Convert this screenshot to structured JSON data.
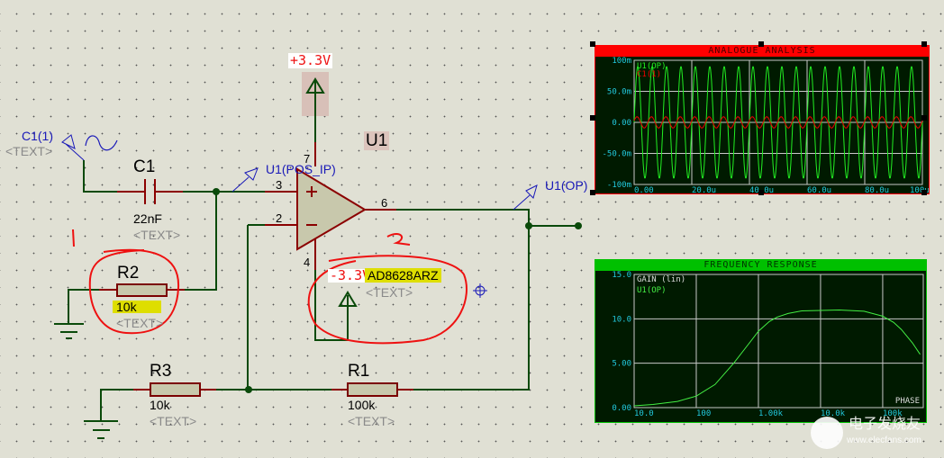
{
  "schematic": {
    "power_top": {
      "label": "+3.3V"
    },
    "power_bottom": {
      "label": "-3.3V"
    },
    "opamp": {
      "ref": "U1",
      "part": "AD8628ARZ",
      "text": "<TEXT>",
      "pins": {
        "noninv": "3",
        "inv": "2",
        "out": "6",
        "vplus": "7",
        "vminus": "4"
      }
    },
    "generator": {
      "label": "C1(1)",
      "text": "<TEXT>"
    },
    "probes": {
      "pos_ip": "U1(POS_IP)",
      "op": "U1(OP)"
    },
    "c1": {
      "ref": "C1",
      "value": "22nF",
      "text": "<TEXT>"
    },
    "r2": {
      "ref": "R2",
      "value": "10k",
      "text": "<TEXT>"
    },
    "r3": {
      "ref": "R3",
      "value": "10k",
      "text": "<TEXT>"
    },
    "r1": {
      "ref": "R1",
      "value": "100k",
      "text": "<TEXT>"
    },
    "annotations": {
      "mark1": "1",
      "mark2": "2"
    }
  },
  "watermark": {
    "text_cn": "电子发烧友",
    "url": "www.elecfans.com"
  },
  "chart_data": [
    {
      "type": "line",
      "title": "ANALOGUE ANALYSIS",
      "title_color": "#ff0000",
      "series": [
        {
          "name": "U1(OP)",
          "color": "#22ee22",
          "kind": "sine",
          "amplitude": 0.09,
          "cycles": 20
        },
        {
          "name": "C1(1)",
          "color": "#ee0000",
          "kind": "sine",
          "amplitude": 0.009,
          "cycles": 20
        }
      ],
      "xlim": [
        0,
        0.0001
      ],
      "ylim": [
        -0.1,
        0.1
      ],
      "xticks": [
        "0.00",
        "20.0u",
        "40.0u",
        "60.0u",
        "80.0u",
        "100u"
      ],
      "yticks": [
        "100m",
        "50.0m",
        "0.00",
        "-50.0m",
        "-100m"
      ],
      "grid": true,
      "legend": "top-left"
    },
    {
      "type": "line",
      "title": "FREQUENCY RESPONSE",
      "title_color": "#00c000",
      "ylabel": "GAIN (lin)",
      "xscale": "log",
      "series": [
        {
          "name": "U1(OP)",
          "color": "#44ee44",
          "x": [
            10,
            20,
            50,
            100,
            200,
            400,
            700,
            1000,
            1500,
            2000,
            3000,
            5000,
            10000,
            20000,
            50000,
            100000,
            150000,
            200000,
            300000,
            400000
          ],
          "y": [
            0.2,
            0.35,
            0.7,
            1.3,
            2.6,
            5.0,
            7.2,
            8.6,
            9.7,
            10.2,
            10.6,
            10.9,
            10.95,
            11.0,
            10.85,
            10.3,
            9.6,
            8.8,
            7.3,
            6.0
          ]
        }
      ],
      "xlim": [
        10,
        450000
      ],
      "ylim": [
        0,
        15
      ],
      "xticks": [
        "10.0",
        "100",
        "1.00k",
        "10.0k",
        "100k"
      ],
      "yticks": [
        "15.0",
        "10.0",
        "5.00",
        "0.00"
      ],
      "right_label": "PHASE",
      "grid": true,
      "legend": "top-left"
    }
  ]
}
